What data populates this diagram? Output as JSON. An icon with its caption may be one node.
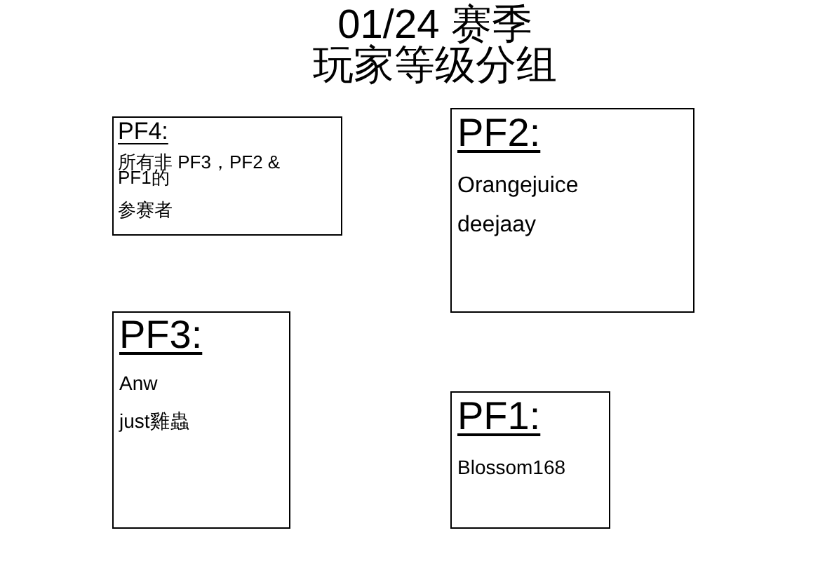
{
  "diagram": {
    "title": "01/24 赛季玩家等级分组",
    "nodes": [
      {
        "text": [
          "PF4:",
          "所有非 PF3，PF2 & PF1的",
          "参赛者"
        ]
      },
      {
        "text": [
          "PF2:",
          "Orangejuice",
          "deejaay"
        ]
      },
      {
        "text": [
          "PF3:",
          "Anw",
          "just雞蟲"
        ]
      },
      {
        "text": [
          "PF1:",
          "Blossom168"
        ]
      }
    ]
  }
}
